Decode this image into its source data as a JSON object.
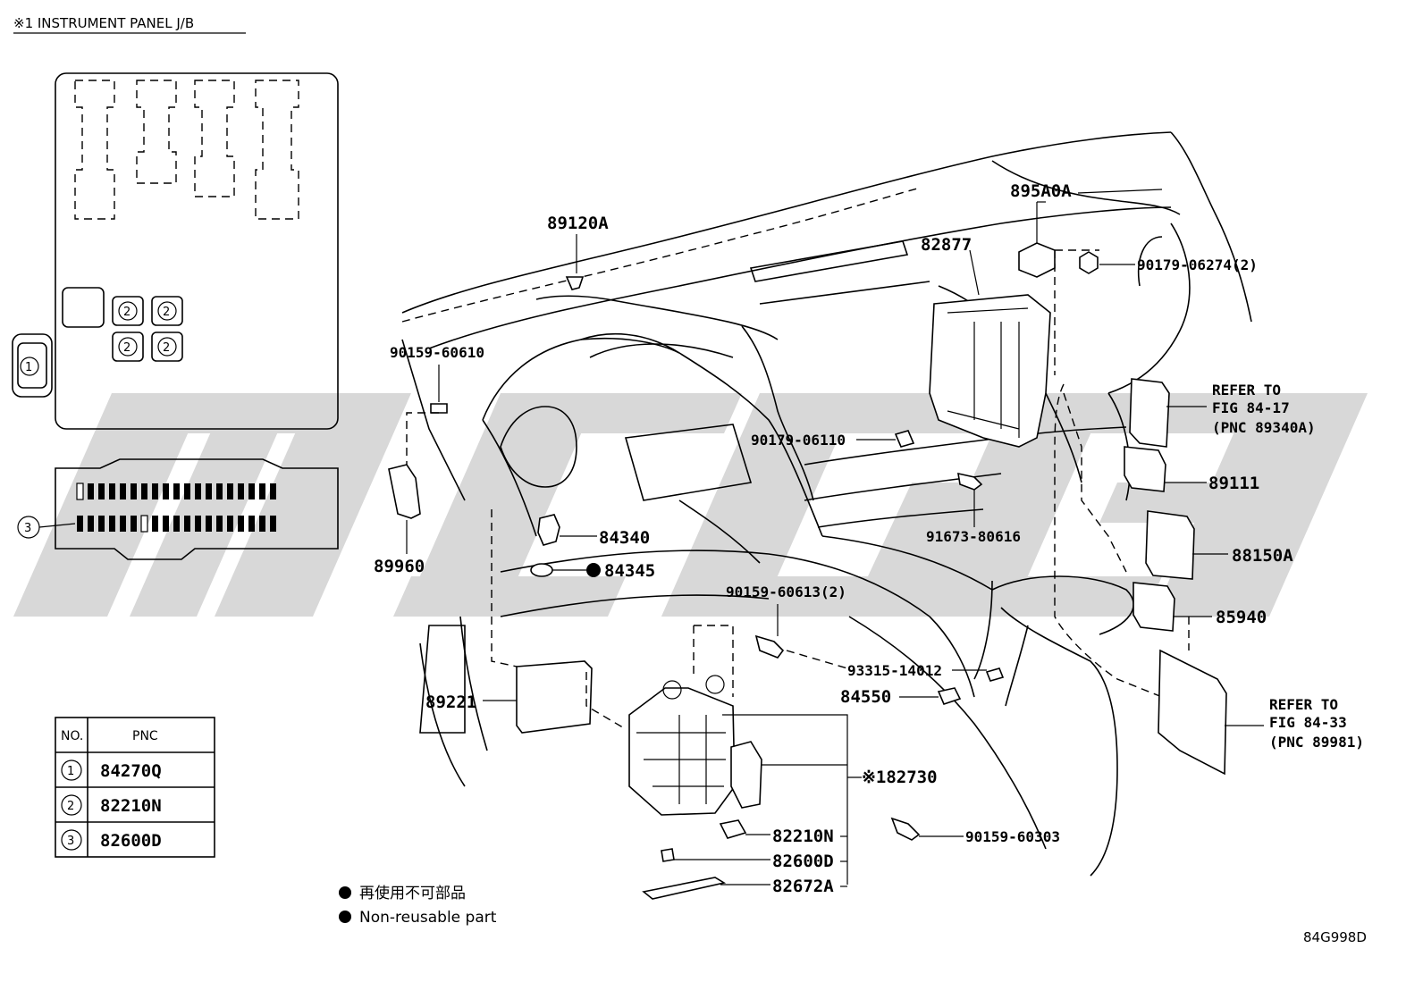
{
  "title": "※1 INSTRUMENT PANEL J/B",
  "diagram_code": "84G998D",
  "labels": {
    "p895A0A": "895A0A",
    "p82877": "82877",
    "p89120A": "89120A",
    "p90179_06274": "90179-06274(2)",
    "p90159_60610": "90159-60610",
    "refer1_a": "REFER TO",
    "refer1_b": "FIG 84-17",
    "refer1_c": "(PNC 89340A)",
    "p90179_06110": "90179-06110",
    "p89111": "89111",
    "p91673_80616": "91673-80616",
    "p84340": "84340",
    "p84345": "84345",
    "p88150A": "88150A",
    "p89960": "89960",
    "p90159_60613": "90159-60613(2)",
    "p85940": "85940",
    "p93315_14012": "93315-14012",
    "p84550": "84550",
    "p89221": "89221",
    "refer2_a": "REFER TO",
    "refer2_b": "FIG 84-33",
    "refer2_c": "(PNC 89981)",
    "p82730": "※182730",
    "p90159_60303": "90159-60303",
    "p82210N": "82210N",
    "p82600D": "82600D",
    "p82672A": "82672A"
  },
  "callouts": {
    "c1": "1",
    "c2": "2",
    "c3": "3"
  },
  "legend": {
    "jp": "再使用不可部品",
    "en": "Non-reusable part"
  },
  "table": {
    "headers": [
      "NO.",
      "PNC"
    ],
    "rows": [
      {
        "no": "1",
        "pnc": "84270Q"
      },
      {
        "no": "2",
        "pnc": "82210N"
      },
      {
        "no": "3",
        "pnc": "82600D"
      }
    ]
  }
}
